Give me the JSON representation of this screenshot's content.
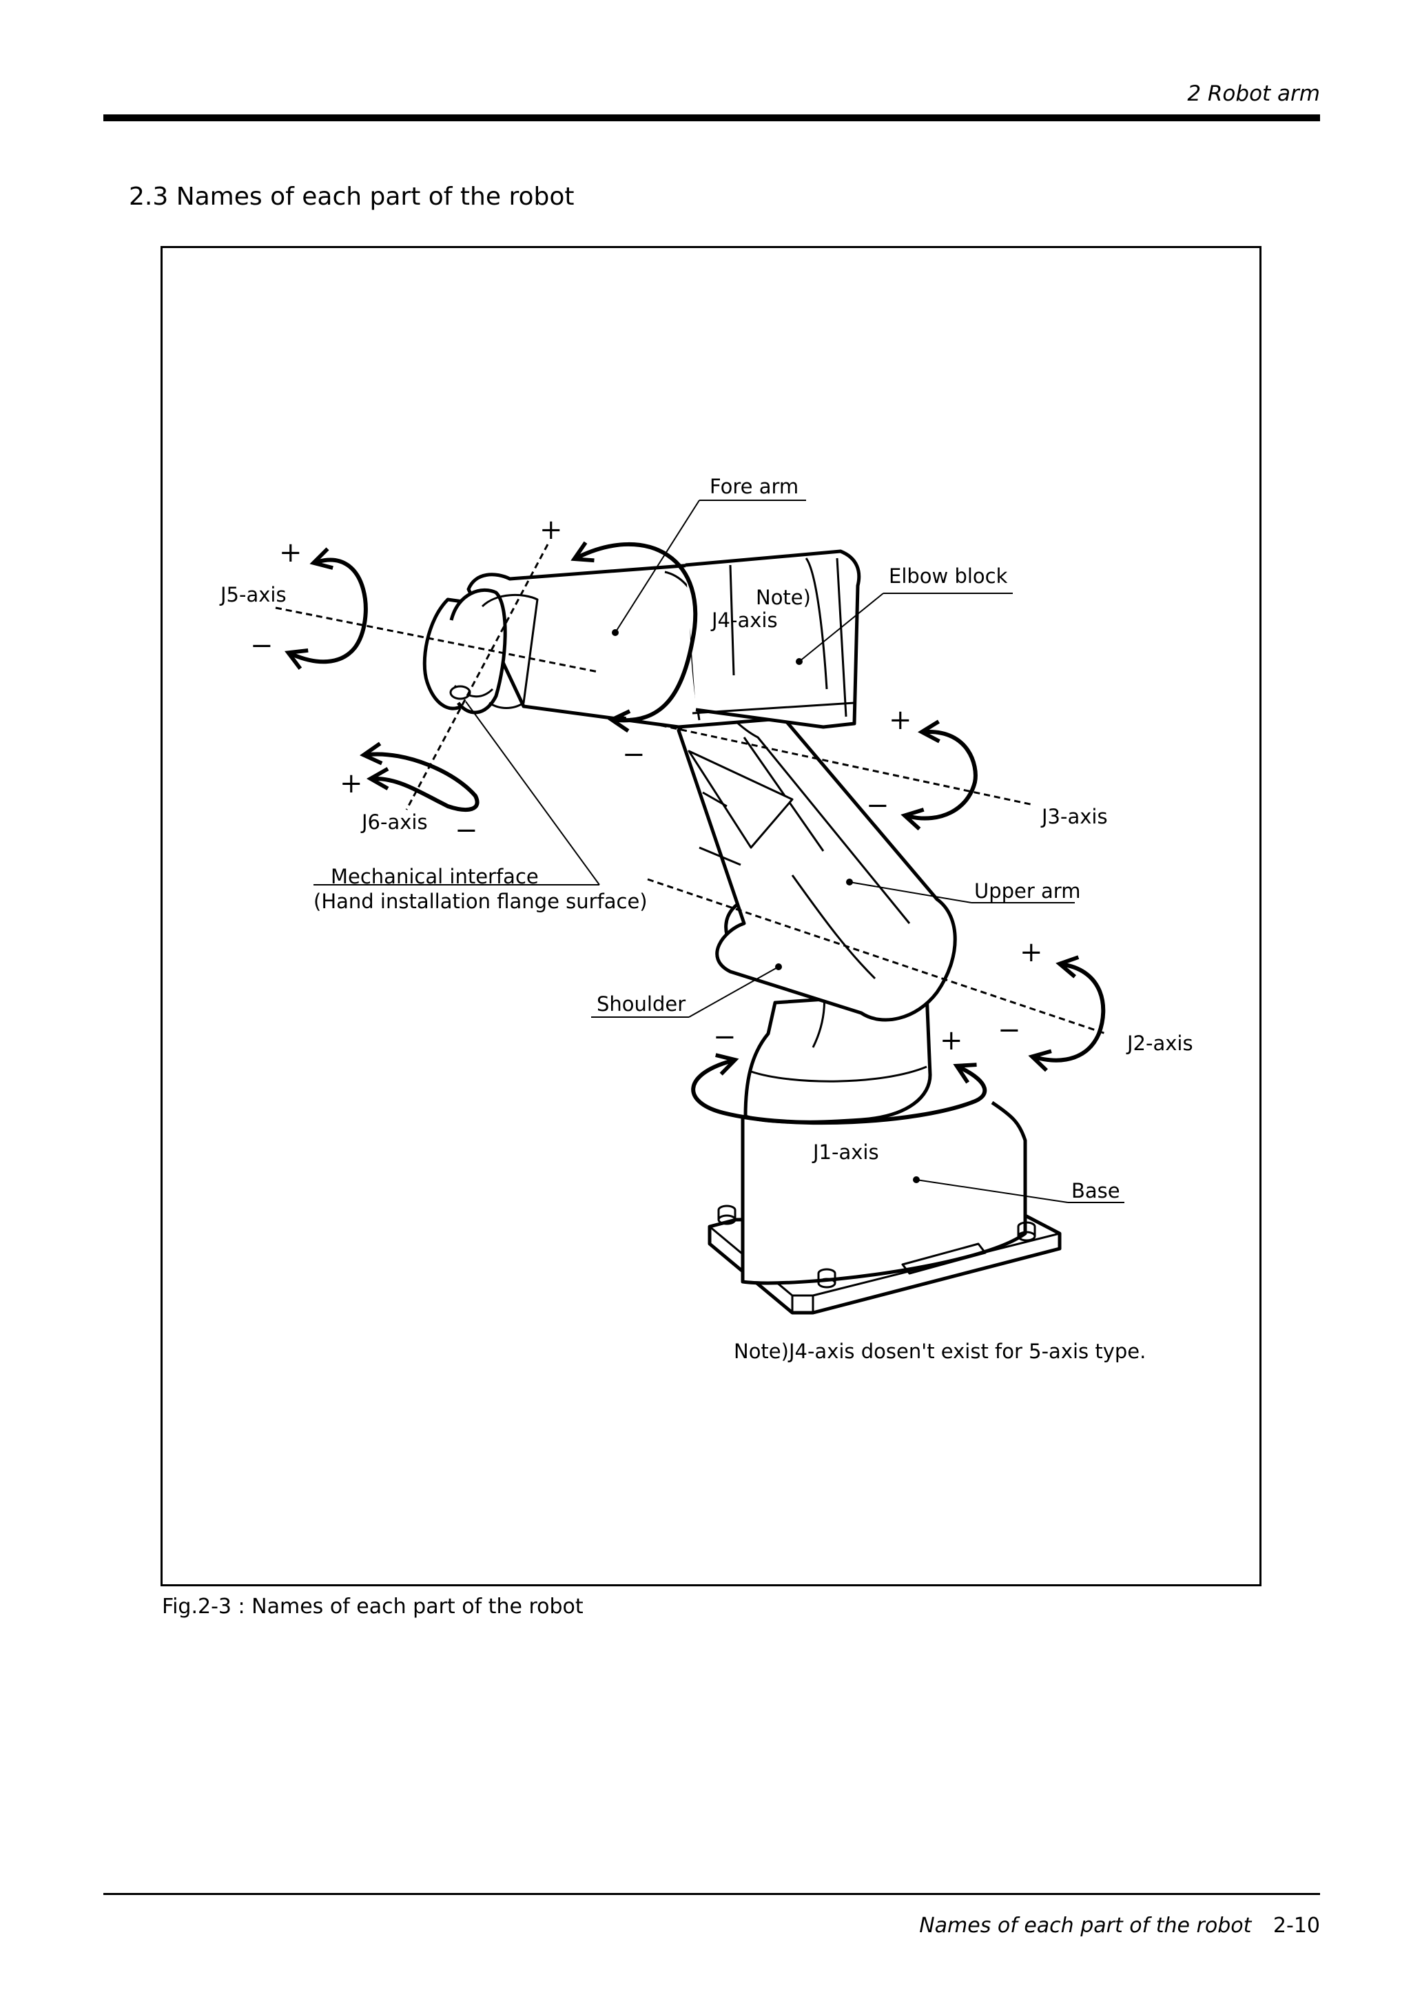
{
  "header": {
    "chapter": "2  Robot arm"
  },
  "section": {
    "title": "2.3 Names of each part of the robot"
  },
  "figure": {
    "labels": {
      "fore_arm": "Fore arm",
      "elbow_block": "Elbow block",
      "j5_axis": "J5-axis",
      "note_mark": "Note)",
      "j4_axis": "J4-axis",
      "j6_axis": "J6-axis",
      "j3_axis": "J3-axis",
      "mech_interface_line1": "Mechanical interface",
      "mech_interface_line2": "(Hand installation flange surface)",
      "upper_arm": "Upper arm",
      "shoulder": "Shoulder",
      "j2_axis": "J2-axis",
      "j1_axis": "J1-axis",
      "base": "Base",
      "note": "Note)J4-axis dosen't exist for 5-axis type."
    },
    "signs": {
      "plus": "+",
      "minus": "−"
    },
    "caption": "Fig.2-3 : Names of each part of the robot"
  },
  "footer": {
    "title": "Names of each part of the robot",
    "page": "2-10"
  }
}
